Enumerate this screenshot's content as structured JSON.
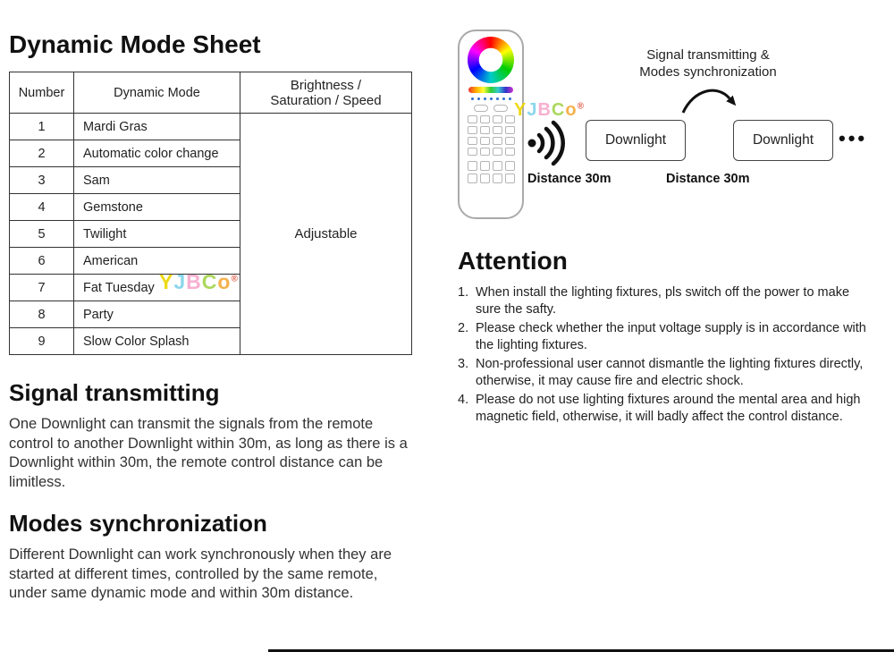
{
  "watermark": {
    "text": "YJBCo",
    "reg": "®",
    "colors": [
      "#edd500",
      "#7fd3ea",
      "#f7a8cd",
      "#a4d44d",
      "#f5a93b"
    ]
  },
  "left": {
    "title": "Dynamic Mode Sheet",
    "table": {
      "col1": "Number",
      "col2": "Dynamic Mode",
      "col3": "Brightness /\nSaturation / Speed",
      "adjustable": "Adjustable",
      "rows": [
        {
          "number": "1",
          "mode": "Mardi Gras"
        },
        {
          "number": "2",
          "mode": "Automatic color change"
        },
        {
          "number": "3",
          "mode": "Sam"
        },
        {
          "number": "4",
          "mode": "Gemstone"
        },
        {
          "number": "5",
          "mode": "Twilight"
        },
        {
          "number": "6",
          "mode": "American"
        },
        {
          "number": "7",
          "mode": "Fat Tuesday"
        },
        {
          "number": "8",
          "mode": "Party"
        },
        {
          "number": "9",
          "mode": "Slow Color Splash"
        }
      ]
    },
    "signal": {
      "title": "Signal transmitting",
      "body": "One Downlight can transmit the signals from the remote control to another Downlight within 30m, as long as there is a Downlight within 30m, the remote control distance can be limitless."
    },
    "modes": {
      "title": "Modes synchronization",
      "body": "Different Downlight can work synchronously when they are started at different times, controlled by the same remote, under same dynamic mode and within 30m distance."
    }
  },
  "right": {
    "caption": "Signal transmitting &\nModes synchronization",
    "downlight1": "Downlight",
    "downlight2": "Downlight",
    "ellipsis": "•••",
    "distance1": "Distance 30m",
    "distance2": "Distance 30m",
    "attention": {
      "title": "Attention",
      "items": [
        {
          "num": "1.",
          "text": "When install the lighting fixtures, pls switch off the power to make sure the safty."
        },
        {
          "num": "2.",
          "text": "Please check whether the input voltage supply is in accordance with the lighting fixtures."
        },
        {
          "num": "3.",
          "text": "Non-professional user cannot dismantle the lighting fixtures directly, otherwise, it may cause fire and electric shock."
        },
        {
          "num": "4.",
          "text": "Please do not use lighting fixtures around the mental area and high magnetic field, otherwise, it will badly affect the control distance."
        }
      ]
    }
  }
}
